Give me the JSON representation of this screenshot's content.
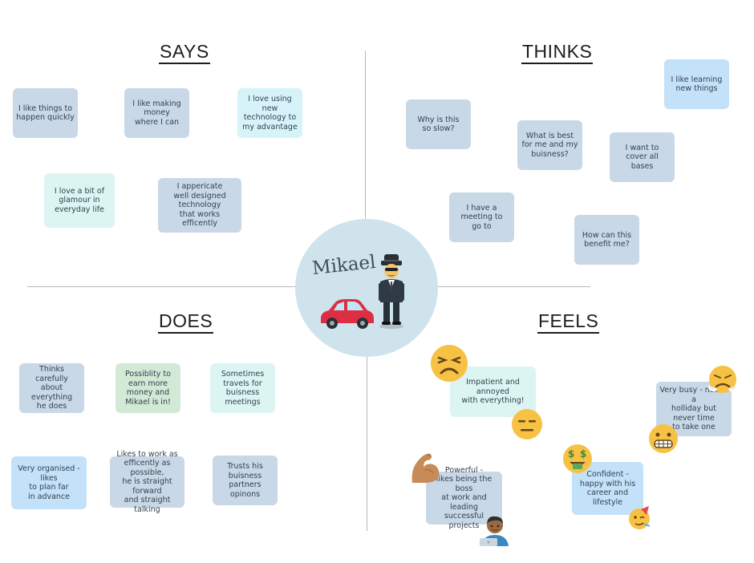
{
  "persona": {
    "name": "Mikael"
  },
  "quadrants": {
    "says": {
      "title": "SAYS",
      "notes": [
        "I like things to\nhappen quickly",
        "I like making\nmoney\nwhere I can",
        "I love using\nnew\ntechnology to\nmy advantage",
        "I love a bit of\nglamour in\neveryday life",
        "I appericate\nwell designed\ntechnology\nthat works\nefficently"
      ]
    },
    "thinks": {
      "title": "THINKS",
      "notes": [
        "I like learning\nnew things",
        "Why is this\nso slow?",
        "What is best\nfor me and my\nbuisness?",
        "I want to\ncover all\nbases",
        "I have a\nmeeting to\ngo to",
        "How can this\nbenefit me?"
      ]
    },
    "does": {
      "title": "DOES",
      "notes": [
        "Thinks carefully\nabout everything\nhe does",
        "Possiblity to\nearn more\nmoney and\nMikael is in!",
        "Sometimes\ntravels for\nbuisness\nmeetings",
        "Very organised - likes\nto plan far\nin advance",
        "Likes to work as\nefficently as possible,\nhe is straight forward\nand straight talking",
        "Trusts his\nbuisness\npartners opinons"
      ]
    },
    "feels": {
      "title": "FEELS",
      "notes": [
        "Impatient and annoyed\nwith everything!",
        "Very busy - needs a\nholliday but never time\nto take one",
        "Confident -\nhappy with his\ncareer and lifestyle",
        "Powerful -\nlikes being the boss\nat work and leading\nsuccessful projects"
      ]
    }
  },
  "icons": [
    "detective-icon",
    "red-car-icon",
    "persevering-face-icon",
    "expressionless-face-icon",
    "steam-face-icon",
    "grimacing-face-icon",
    "money-mouth-face-icon",
    "party-face-icon",
    "flexed-biceps-icon",
    "man-technologist-icon"
  ],
  "colors": {
    "note_grey": "#c9d8e6",
    "note_cyan": "#d7f3fa",
    "note_blue": "#c3e1f8",
    "note_green": "#d2e9d5",
    "center_circle": "#cfe3ec",
    "emoji_yellow": "#f7c244"
  }
}
